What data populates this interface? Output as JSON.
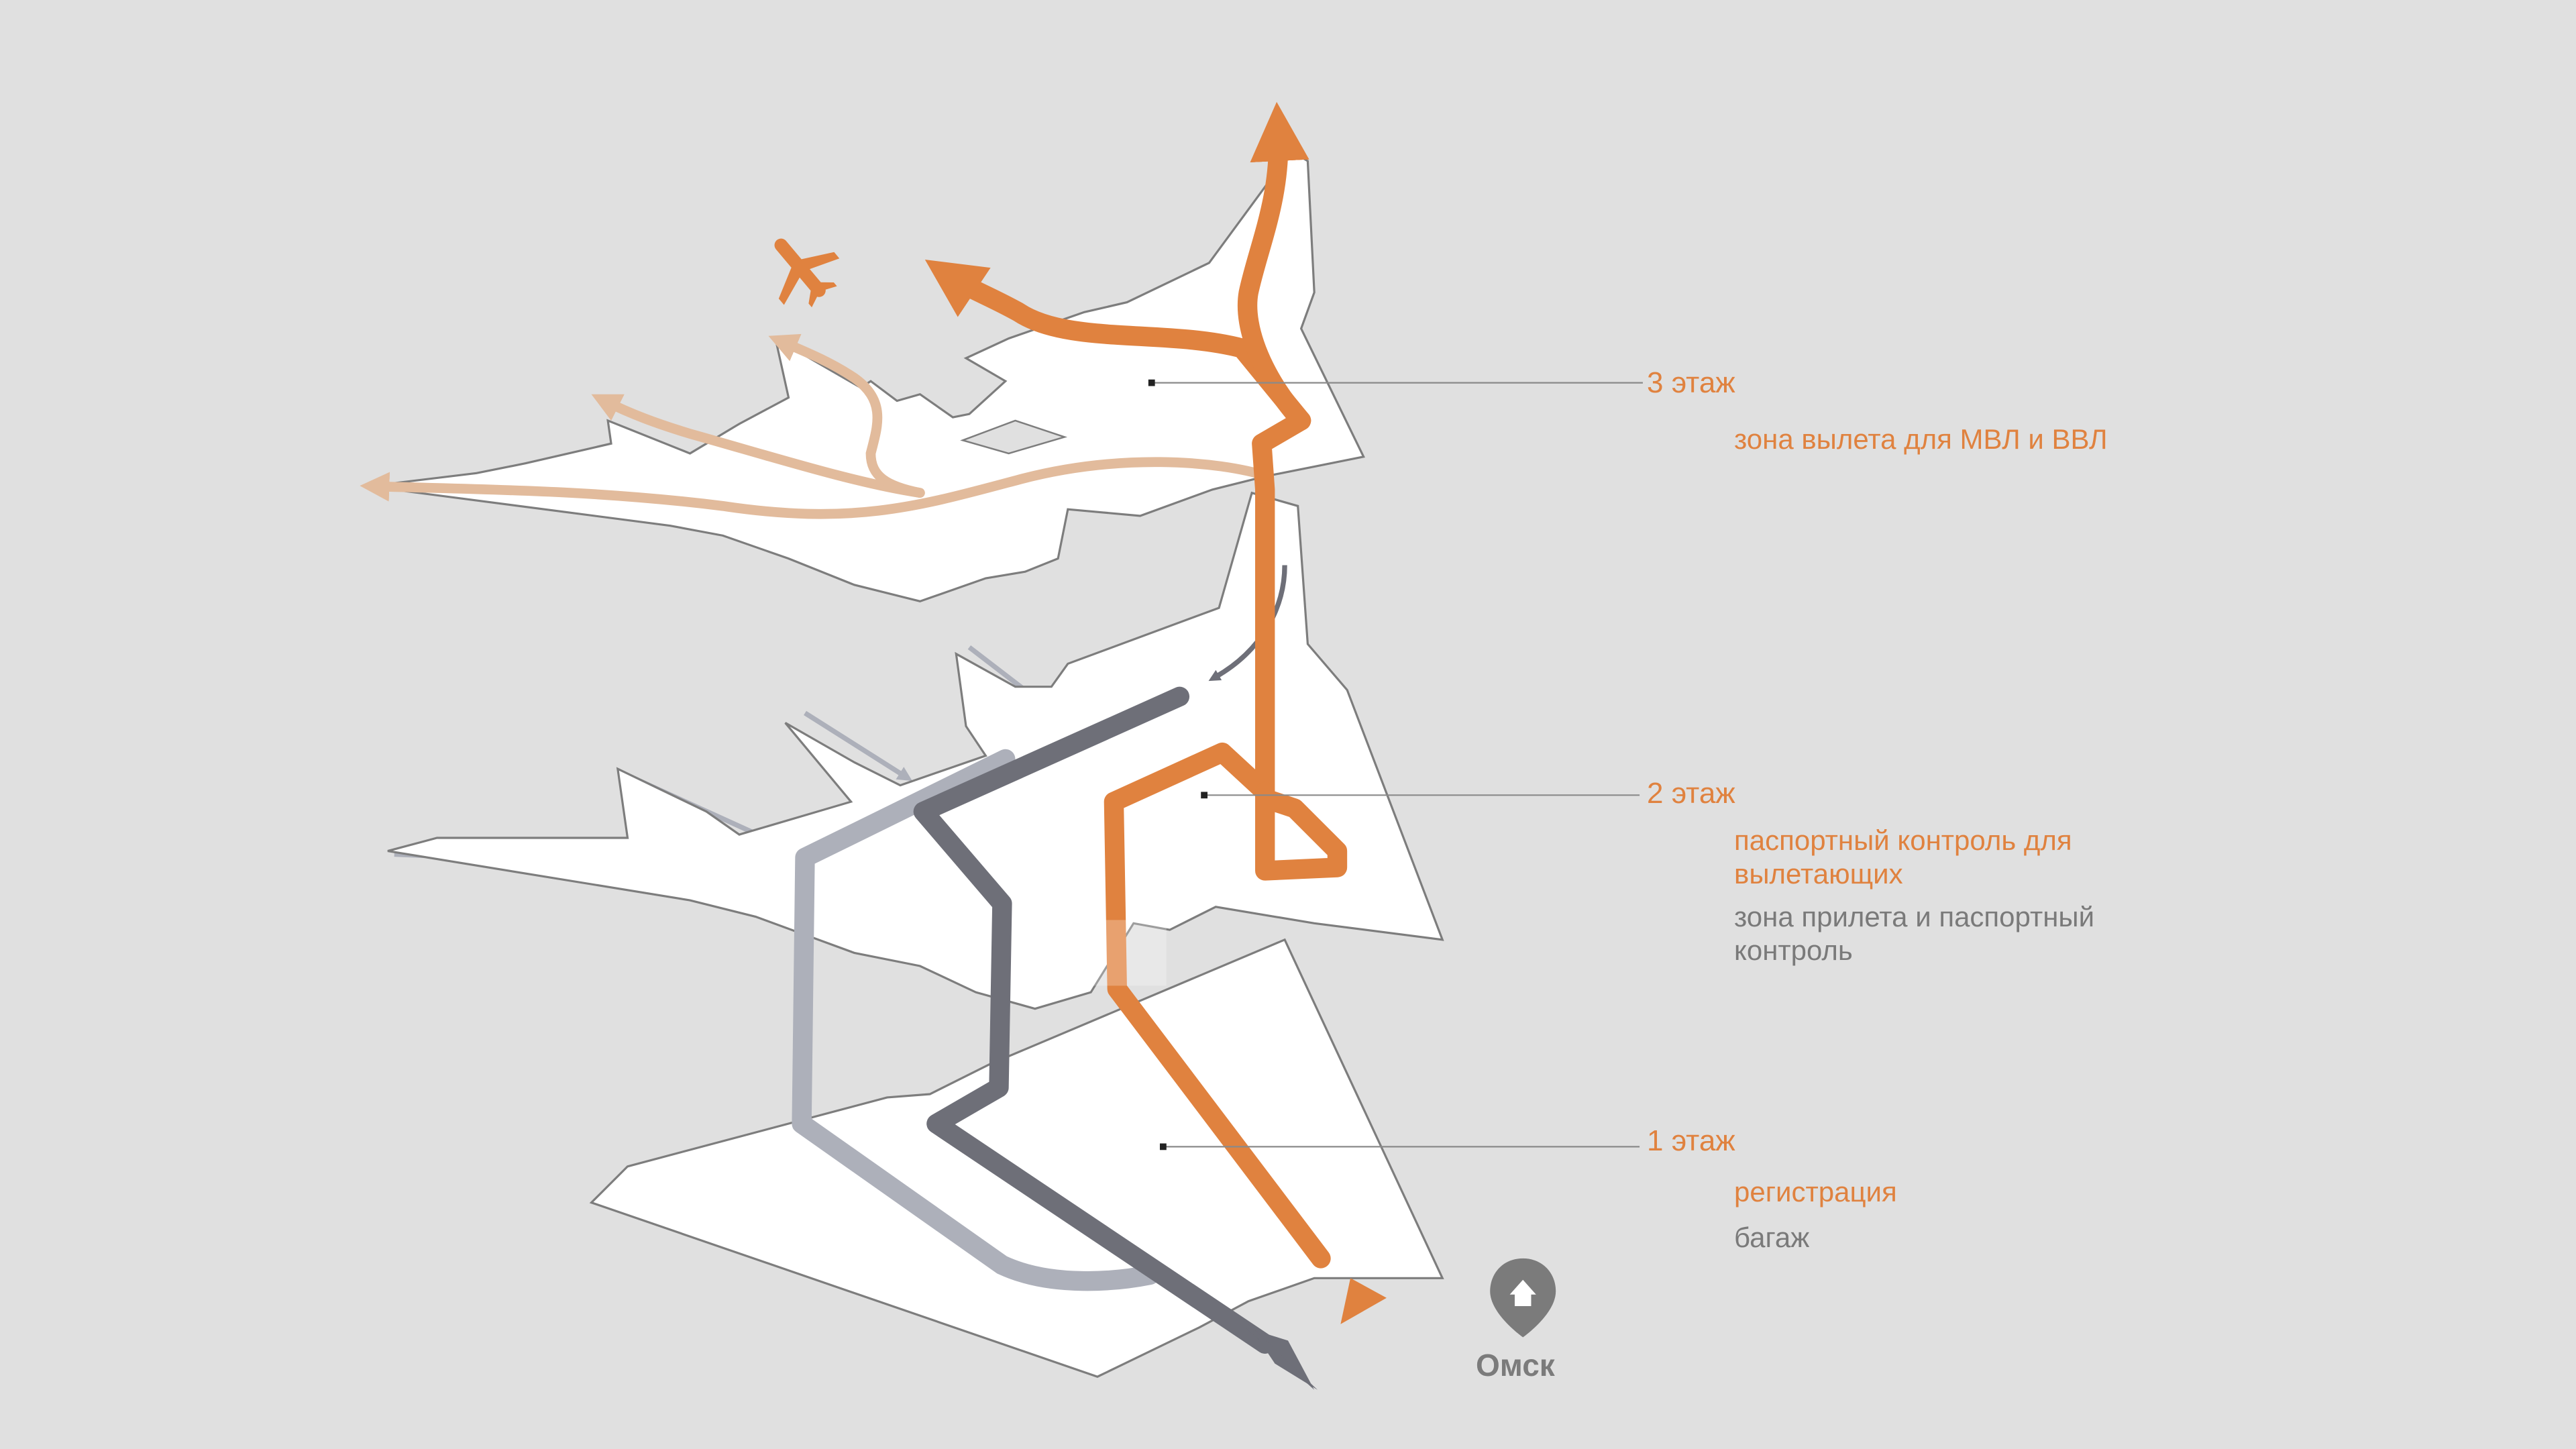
{
  "floors": [
    {
      "title": "3 этаж",
      "lines": [
        {
          "text": "зона вылета для МВЛ и ВВЛ",
          "color": "orange"
        }
      ]
    },
    {
      "title": "2 этаж",
      "lines": [
        {
          "text": "паспортный контроль для",
          "color": "orange"
        },
        {
          "text": "вылетающих",
          "color": "orange"
        },
        {
          "text": "зона прилета и паспортный",
          "color": "gray"
        },
        {
          "text": "контроль",
          "color": "gray"
        }
      ]
    },
    {
      "title": "1 этаж",
      "lines": [
        {
          "text": "регистрация",
          "color": "orange"
        },
        {
          "text": "багаж",
          "color": "gray"
        }
      ]
    }
  ],
  "city": {
    "name": "Омск",
    "icon": "home-pin-icon"
  },
  "icons": {
    "plane": "airplane-icon"
  },
  "colors": {
    "background": "#e0e0e0",
    "departure": "#e0823f",
    "departure_faded": "#e2bb9c",
    "arrival_dark": "#6e6f78",
    "arrival_light": "#adb0ba",
    "floor_fill": "#ffffff",
    "floor_stroke": "#7d7d7d"
  }
}
